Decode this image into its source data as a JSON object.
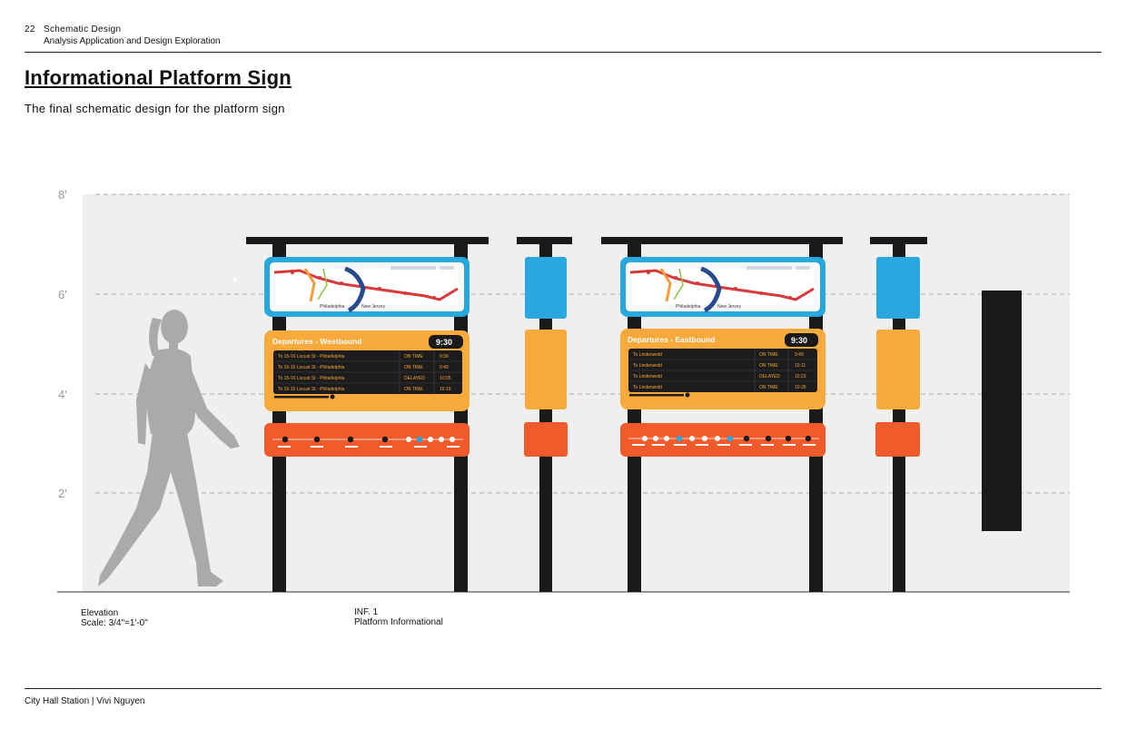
{
  "header": {
    "page_number": "22",
    "section": "Schematic Design",
    "subsection": "Analysis Application and Design Exploration"
  },
  "title": "Informational Platform Sign",
  "subtitle": "The final schematic design for the platform sign",
  "elevation": {
    "height_labels": [
      "8'",
      "6'",
      "4'",
      "2'"
    ]
  },
  "signs": {
    "westbound": {
      "departures_title": "Departures - Westbound",
      "clock": "9:30",
      "rows": [
        {
          "destination": "To 15-16 Locust St - Philadelphia",
          "status": "ON TIME",
          "time": "9:36"
        },
        {
          "destination": "To 15-16 Locust St - Philadelphia",
          "status": "ON TIME",
          "time": "9:49"
        },
        {
          "destination": "To 15-16 Locust St - Philadelphia",
          "status": "DELAYED",
          "time": "10:05"
        },
        {
          "destination": "To 15-16 Locust St - Philadelphia",
          "status": "ON TIME",
          "time": "10:19"
        }
      ],
      "map_place": "Philadelphia",
      "map_place_2": "New Jersey"
    },
    "eastbound": {
      "departures_title": "Departures - Eastbound",
      "clock": "9:30",
      "rows": [
        {
          "destination": "To Lindenwold",
          "status": "ON TIME",
          "time": "9:49"
        },
        {
          "destination": "To Lindenwold",
          "status": "ON TIME",
          "time": "10:11"
        },
        {
          "destination": "To Lindenwold",
          "status": "DELAYED",
          "time": "10:23"
        },
        {
          "destination": "To Lindenwold",
          "status": "ON TIME",
          "time": "10:35"
        }
      ],
      "map_place": "Philadelphia",
      "map_place_2": "New Jersey"
    }
  },
  "captions": {
    "elevation_title": "Elevation",
    "elevation_scale": "Scale: 3/4\"=1'-0\"",
    "sign_code": "INF. 1",
    "sign_name": "Platform Informational"
  },
  "footer": "City Hall Station | Vivi Nguyen",
  "colors": {
    "blue": "#2aa7df",
    "orange": "#f8a93b",
    "red_orange": "#f15a2b",
    "black": "#1a1a1a",
    "backdrop": "#efefef"
  }
}
